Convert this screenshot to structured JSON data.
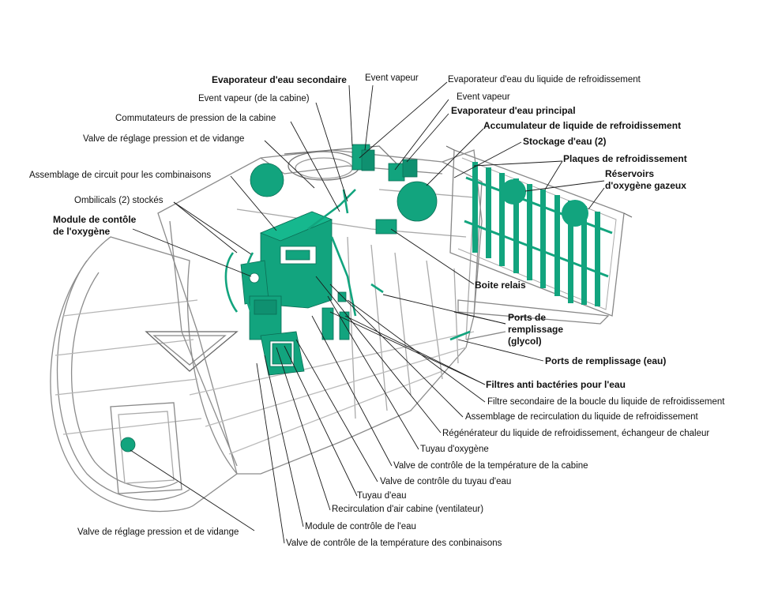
{
  "diagram": {
    "colors": {
      "accent": "#12a47e",
      "line": "#1a1a1a",
      "structure": "#9a9a9a",
      "background": "#ffffff"
    },
    "labels": {
      "evap_secondaire": "Evaporateur d'eau secondaire",
      "event_vapeur_1": "Event vapeur",
      "evap_liquide_refroid": "Evaporateur d'eau du liquide de refroidissement",
      "event_vapeur_cabine": "Event vapeur (de la cabine)",
      "event_vapeur_2": "Event vapeur",
      "evap_principal": "Evaporateur d'eau principal",
      "commutateurs_pression": "Commutateurs de pression de la cabine",
      "accumulateur": "Accumulateur de liquide de refroidissement",
      "valve_reglage_haut": "Valve de réglage pression et de vidange",
      "stockage_eau": "Stockage d'eau (2)",
      "plaques_refroid": "Plaques de refroidissement",
      "assemblage_circuit": "Assemblage de circuit pour les combinaisons",
      "reservoirs_oxygene": "Réservoirs d'oxygène gazeux",
      "ombilicals": "Ombilicals (2) stockés",
      "module_oxygene": "Module de contôle de l'oxygène",
      "boite_relais": "Boite relais",
      "ports_glycol": "Ports de remplissage (glycol)",
      "ports_eau": "Ports de remplissage (eau)",
      "filtres_bacteries": "Filtres anti bactéries pour l'eau",
      "filtre_secondaire": "Filtre secondaire de la boucle du liquide de refroidissement",
      "assemblage_recirc": "Assemblage de recirculation du liquide de refroidissement",
      "regenerateur": "Régénérateur du liquide de refroidissement, échangeur de chaleur",
      "tuyau_oxygene": "Tuyau d'oxygène",
      "valve_temp_cabine": "Valve de contrôle de la température de la cabine",
      "valve_tuyau_eau": "Valve de contrôle du tuyau d'eau",
      "tuyau_eau": "Tuyau d'eau",
      "recirc_air": "Recirculation d'air cabine (ventilateur)",
      "module_eau": "Module de contrôle de l'eau",
      "valve_reglage_bas": "Valve de réglage pression et de vidange",
      "valve_temp_combinaisons": "Valve de contrôle de la température des conbinaisons"
    }
  }
}
